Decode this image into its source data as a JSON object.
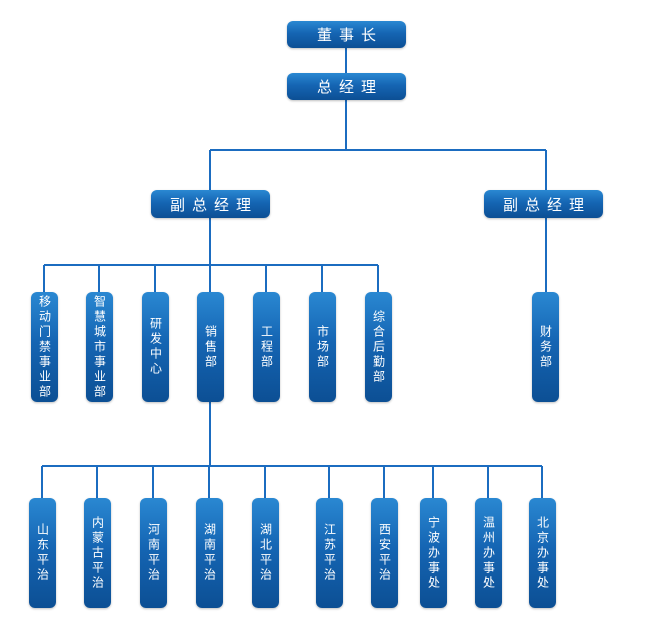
{
  "chairman": "董事长",
  "gm": "总经理",
  "vp_left": "副总经理",
  "vp_right": "副总经理",
  "departments": [
    "移动门禁事业部",
    "智慧城市事业部",
    "研发中心",
    "销售部",
    "工程部",
    "市场部",
    "综合后勤部"
  ],
  "finance": "财务部",
  "offices": [
    "山东平治",
    "内蒙古平治",
    "河南平治",
    "湖南平治",
    "湖北平治",
    "江苏平治",
    "西安平治",
    "宁波办事处",
    "温州办事处",
    "北京办事处"
  ],
  "colors": {
    "box": "#1565b3",
    "line": "#1b6cc0",
    "text": "#ffffff"
  }
}
